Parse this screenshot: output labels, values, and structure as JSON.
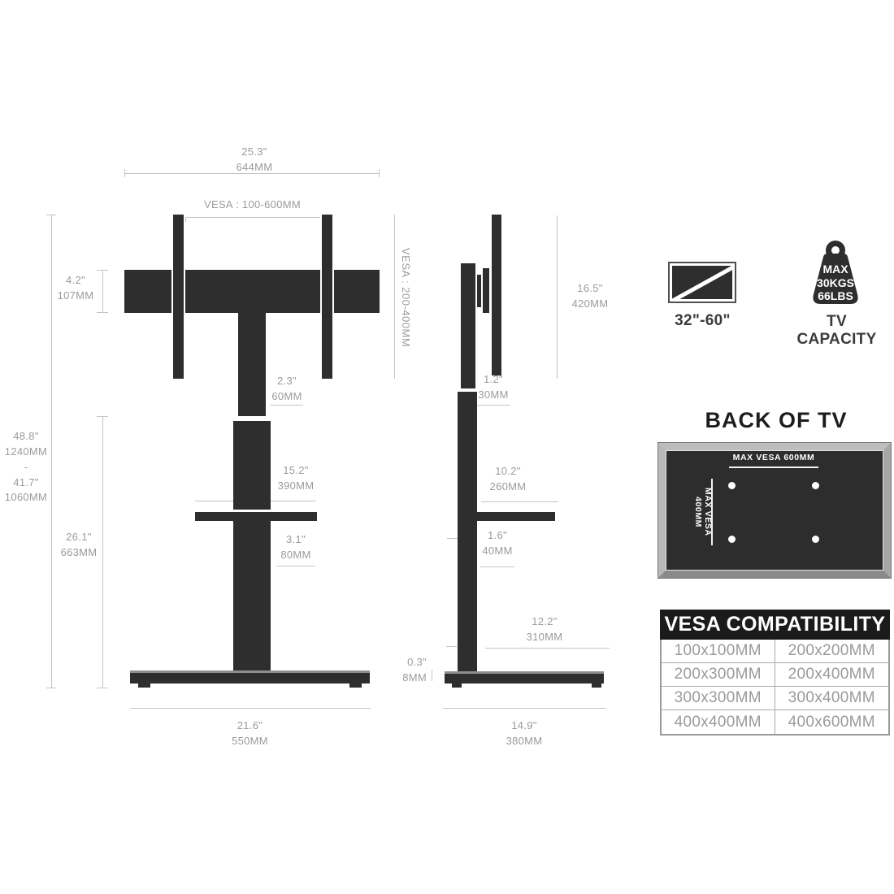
{
  "front": {
    "width": {
      "in": "25.3\"",
      "mm": "644MM"
    },
    "vesa_h": "VESA : 100-600MM",
    "vesa_v": "VESA : 200-400MM",
    "bracket_h": {
      "in": "4.2\"",
      "mm": "107MM"
    },
    "height_max_in": "48.8\"",
    "height_max_mm": "1240MM",
    "range_sep": "-",
    "height_min_in": "41.7\"",
    "height_min_mm": "1060MM",
    "col_top_w": {
      "in": "2.3\"",
      "mm": "60MM"
    },
    "adjust_h": {
      "in": "15.2\"",
      "mm": "390MM"
    },
    "lower_h": {
      "in": "26.1\"",
      "mm": "663MM"
    },
    "col_bottom_w": {
      "in": "3.1\"",
      "mm": "80MM"
    },
    "base_w": {
      "in": "21.6\"",
      "mm": "550MM"
    }
  },
  "side": {
    "tv_h": {
      "in": "16.5\"",
      "mm": "420MM"
    },
    "bracket_d": {
      "in": "1.2\"",
      "mm": "30MM"
    },
    "shelf_d": {
      "in": "10.2\"",
      "mm": "260MM"
    },
    "col_d": {
      "in": "1.6\"",
      "mm": "40MM"
    },
    "base_rear_d": {
      "in": "12.2\"",
      "mm": "310MM"
    },
    "base_t": {
      "in": "0.3\"",
      "mm": "8MM"
    },
    "base_d": {
      "in": "14.9\"",
      "mm": "380MM"
    }
  },
  "badges": {
    "tv_size": "32\"-60\"",
    "weight_line1": "MAX",
    "weight_line2": "30KGS",
    "weight_line3": "66LBS",
    "capacity_label": "TV CAPACITY"
  },
  "back_of_tv": {
    "title": "BACK OF TV",
    "max_vesa_horizontal": "MAX VESA 600MM",
    "max_vesa_vertical": "MAX VESA 400MM"
  },
  "vesa_table": {
    "title": "VESA COMPATIBILITY",
    "rows": [
      [
        "100x100MM",
        "200x200MM"
      ],
      [
        "200x300MM",
        "200x400MM"
      ],
      [
        "300x300MM",
        "300x400MM"
      ],
      [
        "400x400MM",
        "400x600MM"
      ]
    ]
  },
  "colors": {
    "stand_fill": "#2e2e2e",
    "dim_line": "#c4c4c4",
    "dim_text": "#9b9b9b",
    "table_header_bg": "#1b1b1b",
    "panel_frame": "#a6a6a6",
    "panel_fill": "#2d2d2d"
  }
}
